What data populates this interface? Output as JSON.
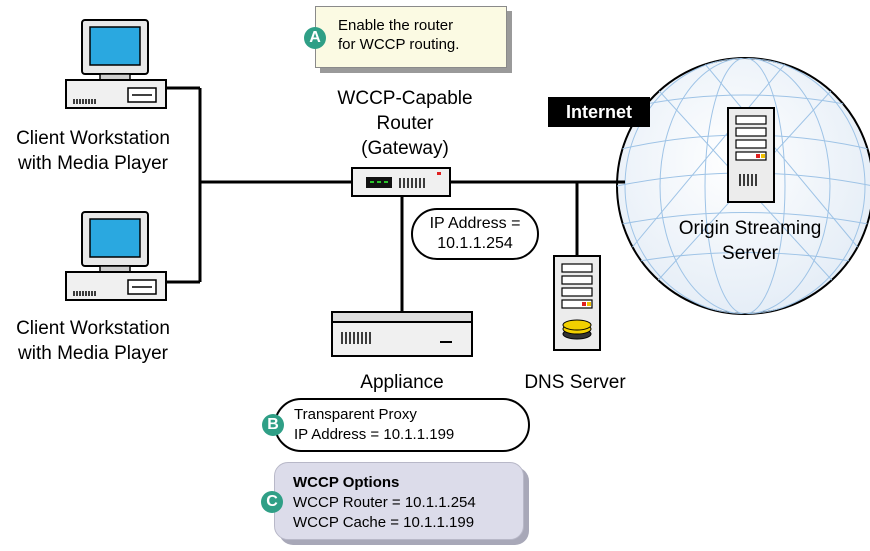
{
  "note_a": {
    "badge": "A",
    "line1": "Enable the router",
    "line2": "for WCCP routing."
  },
  "router": {
    "line1": "WCCP-Capable",
    "line2": "Router",
    "line3": "(Gateway)"
  },
  "internet_label": "Internet",
  "origin_server": {
    "line1": "Origin Streaming",
    "line2": "Server"
  },
  "client_top": {
    "line1": "Client Workstation",
    "line2": "with Media Player"
  },
  "client_bottom": {
    "line1": "Client Workstation",
    "line2": "with Media Player"
  },
  "router_ip": {
    "line1": "IP Address =",
    "line2": "10.1.1.254"
  },
  "appliance_label": "Appliance",
  "dns_label": "DNS Server",
  "note_b": {
    "badge": "B",
    "line1": "Transparent Proxy",
    "line2": "IP Address = 10.1.1.199"
  },
  "note_c": {
    "badge": "C",
    "title": "WCCP Options",
    "line1": "WCCP Router = 10.1.1.254",
    "line2": "WCCP Cache = 10.1.1.199"
  },
  "colors": {
    "badge": "#2f9f86",
    "monitor_screen": "#2aa8e0",
    "globe_fill": "#f2f6fb",
    "note_fill": "#fbfae3",
    "wccp_fill": "#dcdcea"
  }
}
